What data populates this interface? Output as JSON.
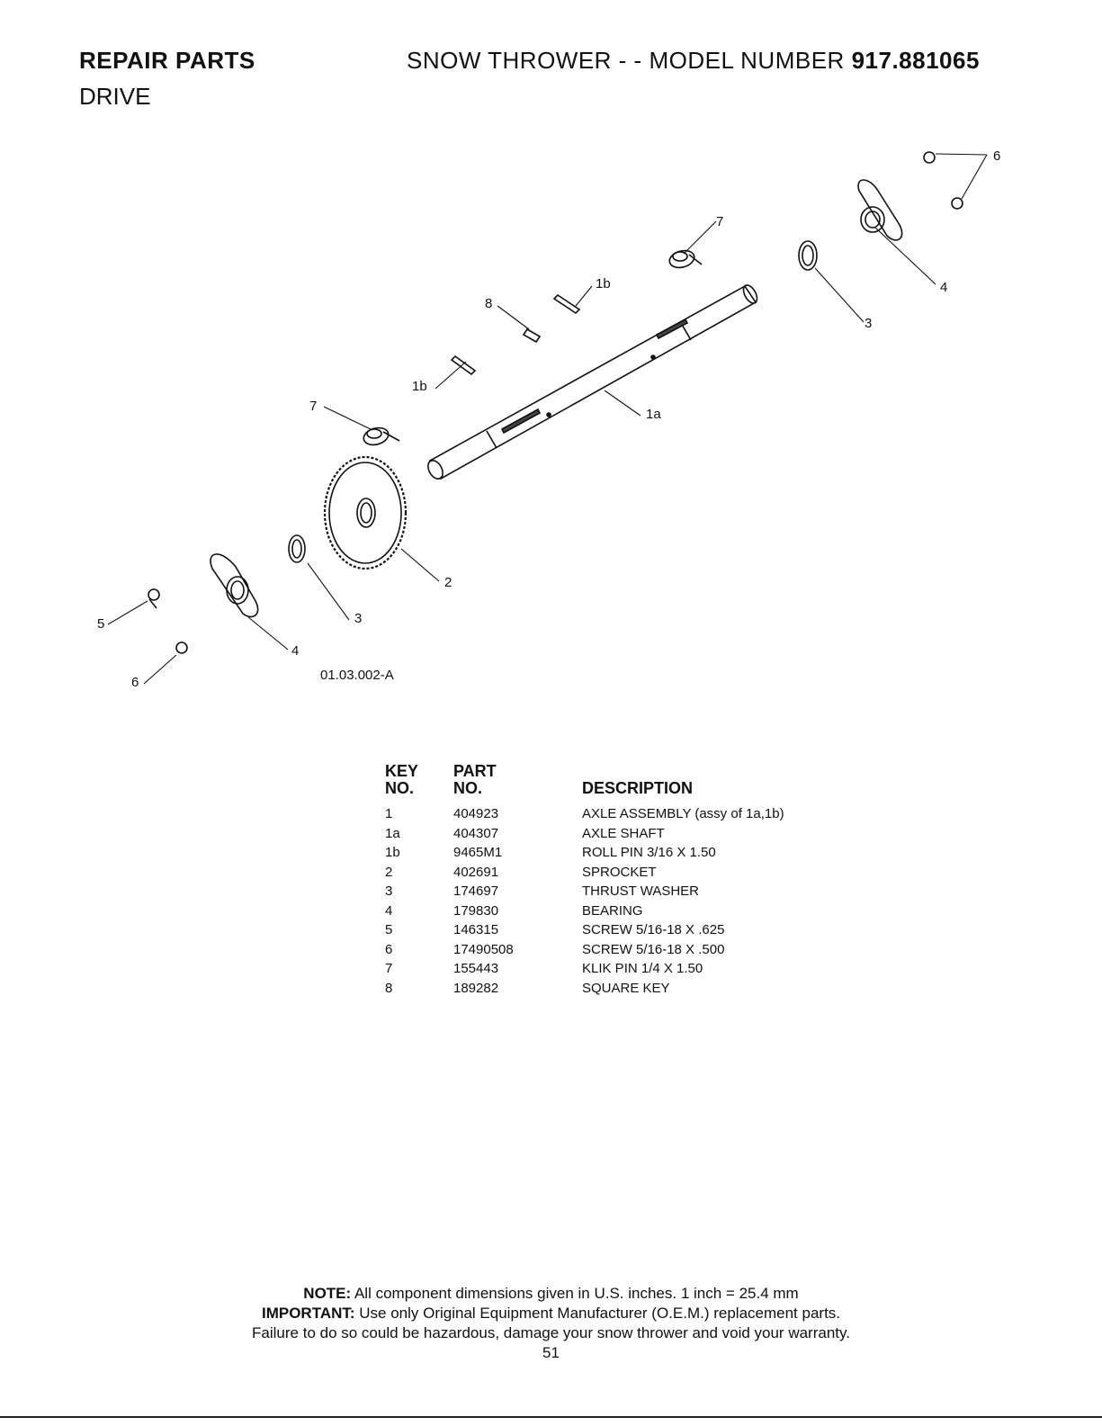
{
  "header": {
    "title_left": "REPAIR PARTS",
    "title_right_prefix": "SNOW THROWER - - MODEL NUMBER ",
    "model_number": "917.881065",
    "section": "DRIVE"
  },
  "diagram": {
    "drawing_number": "01.03.002-A",
    "callouts": {
      "c6_top": "6",
      "c7_top": "7",
      "c1b_top": "1b",
      "c8": "8",
      "c4_right": "4",
      "c3_right": "3",
      "c1b_mid": "1b",
      "c1a": "1a",
      "c7_left": "7",
      "c2": "2",
      "c3_left": "3",
      "c5": "5",
      "c4_left": "4",
      "c6_left": "6"
    }
  },
  "parts_table": {
    "headers": {
      "key_line1": "KEY",
      "key_line2": "NO.",
      "part_line1": "PART",
      "part_line2": "NO.",
      "description": "DESCRIPTION"
    },
    "rows": [
      {
        "key": "1",
        "part": "404923",
        "description": "AXLE ASSEMBLY (assy of 1a,1b)"
      },
      {
        "key": "1a",
        "part": "404307",
        "description": "AXLE SHAFT"
      },
      {
        "key": "1b",
        "part": "9465M1",
        "description": "ROLL PIN 3/16 X 1.50"
      },
      {
        "key": "2",
        "part": "402691",
        "description": "SPROCKET"
      },
      {
        "key": "3",
        "part": "174697",
        "description": "THRUST WASHER"
      },
      {
        "key": "4",
        "part": "179830",
        "description": "BEARING"
      },
      {
        "key": "5",
        "part": "146315",
        "description": "SCREW 5/16-18 X .625"
      },
      {
        "key": "6",
        "part": "17490508",
        "description": "SCREW 5/16-18 X .500"
      },
      {
        "key": "7",
        "part": "155443",
        "description": "KLIK PIN 1/4 X 1.50"
      },
      {
        "key": "8",
        "part": "189282",
        "description": "SQUARE KEY"
      }
    ]
  },
  "footer": {
    "note_label": "NOTE:",
    "note_text": " All component dimensions given in U.S. inches.    1 inch = 25.4 mm",
    "important_label": "IMPORTANT:",
    "important_text": " Use only Original Equipment Manufacturer (O.E.M.) replacement parts.",
    "warning": "Failure to do so could be hazardous, damage your snow thrower and void your warranty.",
    "page_number": "51"
  }
}
